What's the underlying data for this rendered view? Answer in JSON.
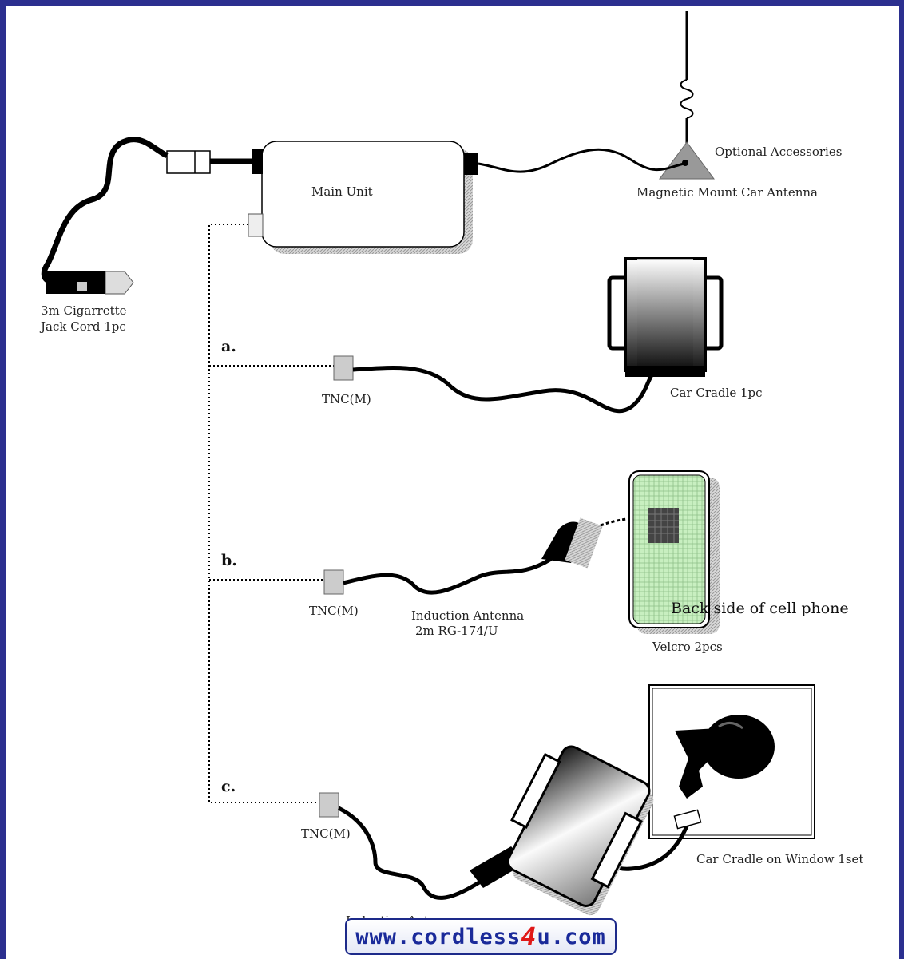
{
  "diagram": {
    "main_unit": "Main Unit",
    "optional_accessories": "Optional Accessories",
    "antenna": "Magnetic Mount Car Antenna",
    "cig_cord_line1": "3m Cigarrette",
    "cig_cord_line2": "Jack Cord 1pc",
    "option_a": "a.",
    "option_b": "b.",
    "option_c": "c.",
    "tnc_a": "TNC(M)",
    "tnc_b": "TNC(M)",
    "tnc_c": "TNC(M)",
    "car_cradle": "Car Cradle 1pc",
    "induction_line1": "Induction Antenna",
    "induction_line2": "2m RG-174/U",
    "back_side": "Back side of cell phone",
    "velcro": "Velcro 2pcs",
    "window_cradle": "Car Cradle on Window 1set",
    "induction_partial": "Induction Antenna"
  },
  "logo": {
    "prefix": "www.cordless",
    "digit": "4",
    "suffix": "u.com"
  },
  "colors": {
    "background": "#2b2f8f",
    "canvas": "#ffffff",
    "logo_text": "#1a2a9a",
    "logo_accent": "#e01818"
  }
}
